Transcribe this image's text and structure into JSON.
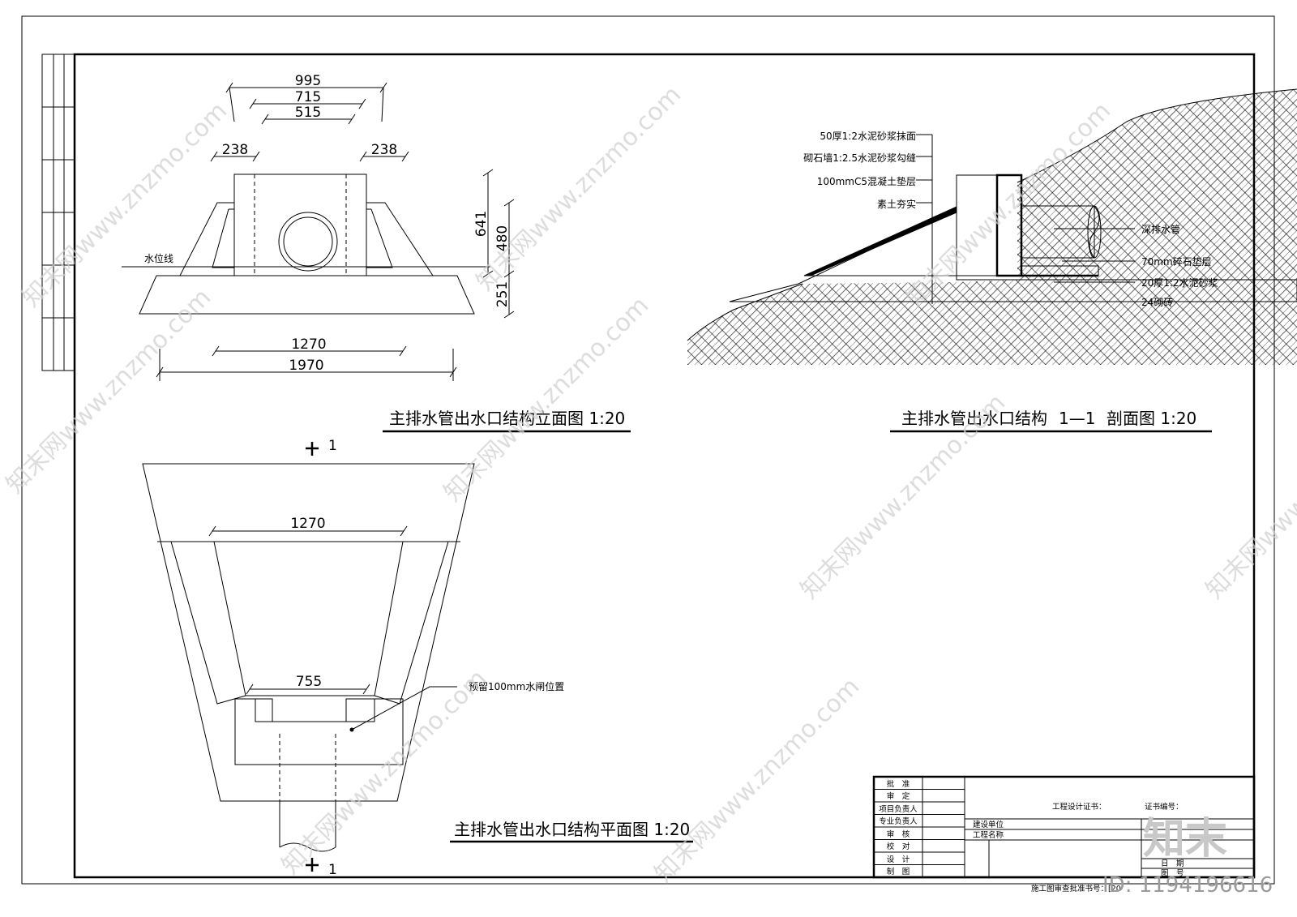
{
  "elevation": {
    "title": "主排水管出水口结构立面图 1:20",
    "dims": {
      "d995": "995",
      "d715": "715",
      "d515": "515",
      "d238a": "238",
      "d238b": "238",
      "d641": "641",
      "d480": "480",
      "d251": "251",
      "d1270": "1270",
      "d1970": "1970"
    },
    "water_line": "水位线"
  },
  "section": {
    "title_a": "主排水管出水口结构",
    "title_b": "1—1",
    "title_c": "剖面图 1:20",
    "labels_left": [
      "50厚1:2水泥砂浆抹面",
      "砌石墙1:2.5水泥砂浆勾缝",
      "100mmC5混凝土垫层",
      "素土夯实"
    ],
    "labels_right": [
      "深排水管",
      "70mm碎石垫层",
      "20厚1:2水泥砂浆",
      "24砌砖"
    ]
  },
  "plan": {
    "title": "主排水管出水口结构平面图 1:20",
    "dims": {
      "d1270": "1270",
      "d755": "755"
    },
    "note": "预留100mm水闸位置",
    "cut_mark": "1"
  },
  "title_block": {
    "roles": [
      "批　准",
      "审　定",
      "项目负责人",
      "专业负责人",
      "审　核",
      "校　对",
      "设　计",
      "制　图"
    ],
    "cert": "工程设计证书：",
    "cert_no": "证书编号：",
    "client": "建设单位",
    "project": "工程名称",
    "date": "日　期",
    "drawing_no": "图　号",
    "footer": "施工图审查批准书号：[20"
  },
  "watermark": {
    "site": "知末网www.znzmo.com",
    "logo": "知末",
    "id": "ID: 1194196616"
  }
}
